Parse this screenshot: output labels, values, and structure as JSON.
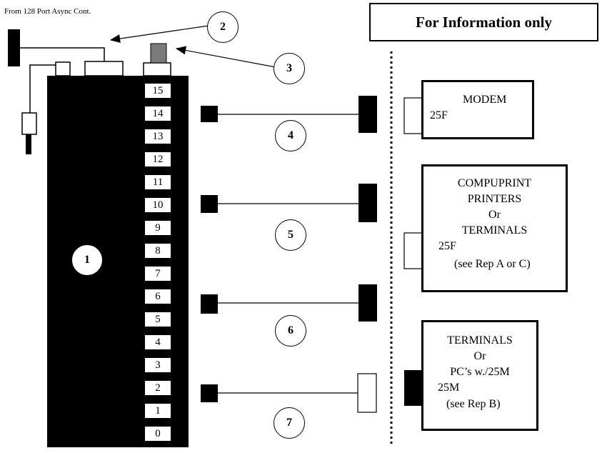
{
  "source_label": "From 128 Port Async Cont.",
  "info_box_label": "For Information only",
  "ports": [
    "15",
    "14",
    "13",
    "12",
    "11",
    "10",
    "9",
    "8",
    "7",
    "6",
    "5",
    "4",
    "3",
    "2",
    "1",
    "0"
  ],
  "callouts": {
    "c1": "1",
    "c2": "2",
    "c3": "3",
    "c4": "4",
    "c5": "5",
    "c6": "6",
    "c7": "7"
  },
  "devices": {
    "modem": {
      "line1": "MODEM",
      "connector": "25F"
    },
    "printers": {
      "line1": "COMPUPRINT",
      "line2": "PRINTERS",
      "line3": "Or",
      "line4": "TERMINALS",
      "connector": "25F",
      "note": "(see Rep A or C)"
    },
    "terminals": {
      "line1": "TERMINALS",
      "line2": "Or",
      "line3": "PC’s w./25M",
      "connector": "25M",
      "note": "(see Rep B)"
    }
  },
  "colors": {
    "unit": "#000000",
    "port_connector": "#7a7a7a",
    "line": "#000000"
  }
}
